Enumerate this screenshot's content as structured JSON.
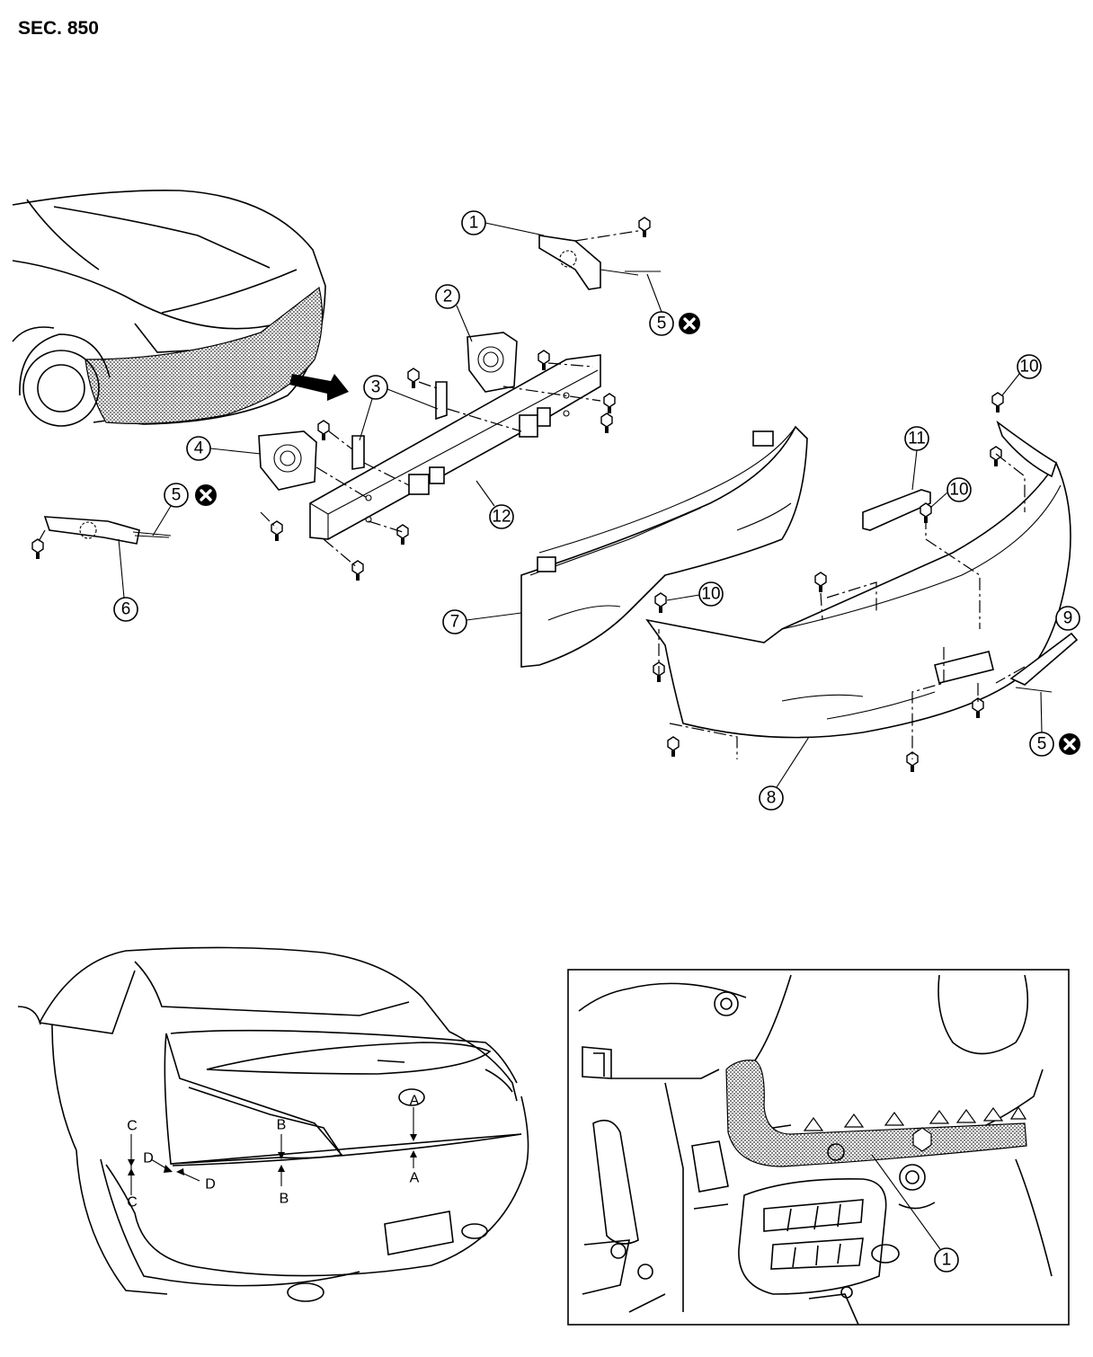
{
  "section_label": "SEC. 850",
  "callouts": {
    "c1": "1",
    "c2": "2",
    "c3": "3",
    "c4": "4",
    "c5": "5",
    "c6": "6",
    "c7": "7",
    "c8": "8",
    "c9": "9",
    "c10": "10",
    "c11": "11",
    "c12": "12"
  },
  "gap_letters": {
    "a": "A",
    "b": "B",
    "c": "C",
    "d": "D"
  },
  "symbols": {
    "do_not_reuse": "x-circle-icon"
  }
}
